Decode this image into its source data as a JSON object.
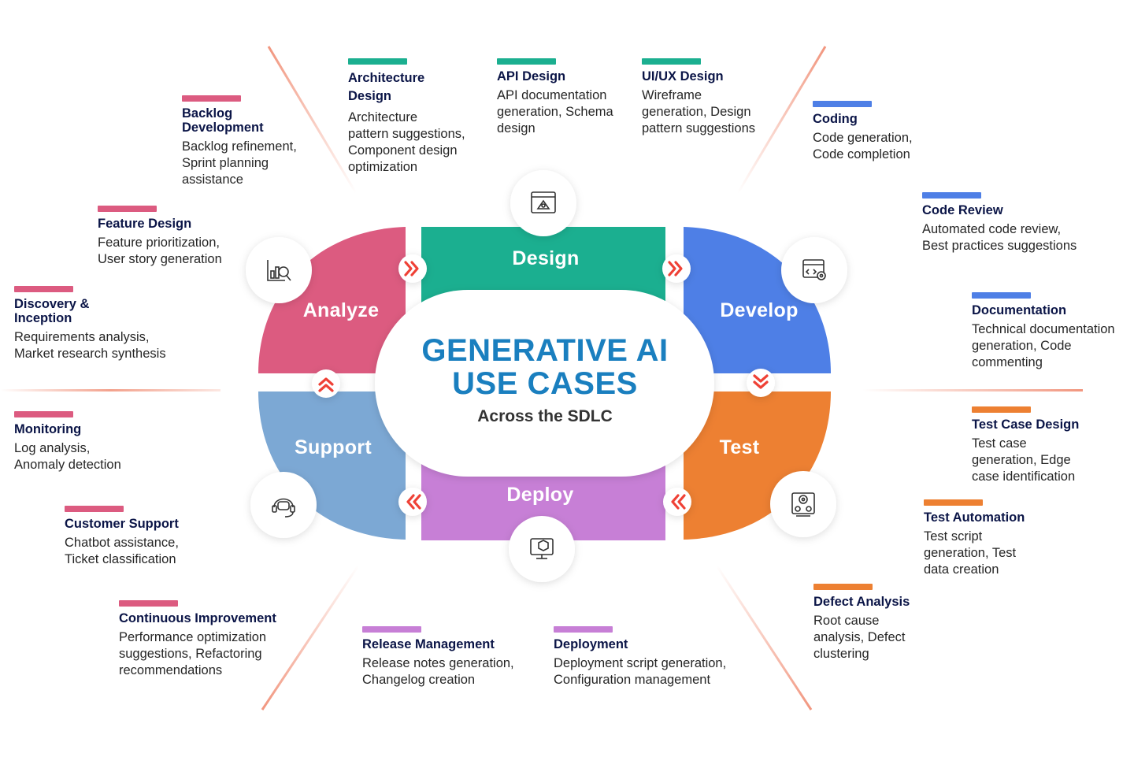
{
  "colors": {
    "analyze": "#dc5b80",
    "design": "#1baf90",
    "develop": "#4e7fe6",
    "test": "#ed8032",
    "deploy": "#c77fd6",
    "support": "#7ca8d4",
    "title_blue": "#1a7fbf",
    "arrow_red": "#ef4136",
    "heading_navy": "#0b1547"
  },
  "center": {
    "title": "GENERATIVE AI\nUSE CASES",
    "subtitle": "Across the SDLC"
  },
  "phases": {
    "design": "Design",
    "analyze": "Analyze",
    "develop": "Develop",
    "test": "Test",
    "support": "Support",
    "deploy": "Deploy"
  },
  "icons": {
    "design": "blueprint-icon",
    "analyze": "chart-magnifier-icon",
    "develop": "code-gear-icon",
    "test": "test-gear-icon",
    "deploy": "monitor-box-icon",
    "support": "headset-chat-icon",
    "arrows": "double-chevron-icon"
  },
  "use_cases": {
    "architecture": {
      "title": "Architecture\nDesign",
      "desc": "Architecture\npattern suggestions,\nComponent design\noptimization"
    },
    "api": {
      "title": "API Design",
      "desc": "API documentation\ngeneration, Schema\ndesign"
    },
    "uiux": {
      "title": "UI/UX Design",
      "desc": "Wireframe\ngeneration, Design\npattern suggestions"
    },
    "backlog": {
      "title": "Backlog\nDevelopment",
      "desc": "Backlog refinement,\nSprint planning\nassistance"
    },
    "feature": {
      "title": "Feature Design",
      "desc": "Feature prioritization,\nUser story generation"
    },
    "discovery": {
      "title": "Discovery &\nInception",
      "desc": "Requirements analysis,\nMarket research synthesis"
    },
    "monitoring": {
      "title": "Monitoring",
      "desc": "Log analysis,\nAnomaly detection"
    },
    "customer": {
      "title": "Customer Support",
      "desc": "Chatbot assistance,\nTicket classification"
    },
    "continuous": {
      "title": "Continuous Improvement",
      "desc": "Performance optimization\nsuggestions, Refactoring\nrecommendations"
    },
    "release": {
      "title": "Release Management",
      "desc": "Release notes generation,\nChangelog creation"
    },
    "deployment": {
      "title": "Deployment",
      "desc": "Deployment script generation,\nConfiguration management"
    },
    "coding": {
      "title": "Coding",
      "desc": "Code generation,\nCode completion"
    },
    "codereview": {
      "title": "Code Review",
      "desc": "Automated code review,\nBest practices suggestions"
    },
    "documentation": {
      "title": "Documentation",
      "desc": "Technical documentation\ngeneration, Code\ncommenting"
    },
    "testcase": {
      "title": "Test Case Design",
      "desc": "Test case\ngeneration, Edge\ncase identification"
    },
    "testauto": {
      "title": "Test Automation",
      "desc": "Test script\ngeneration, Test\ndata creation"
    },
    "defect": {
      "title": "Defect Analysis",
      "desc": "Root cause\nanalysis, Defect\nclustering"
    }
  }
}
